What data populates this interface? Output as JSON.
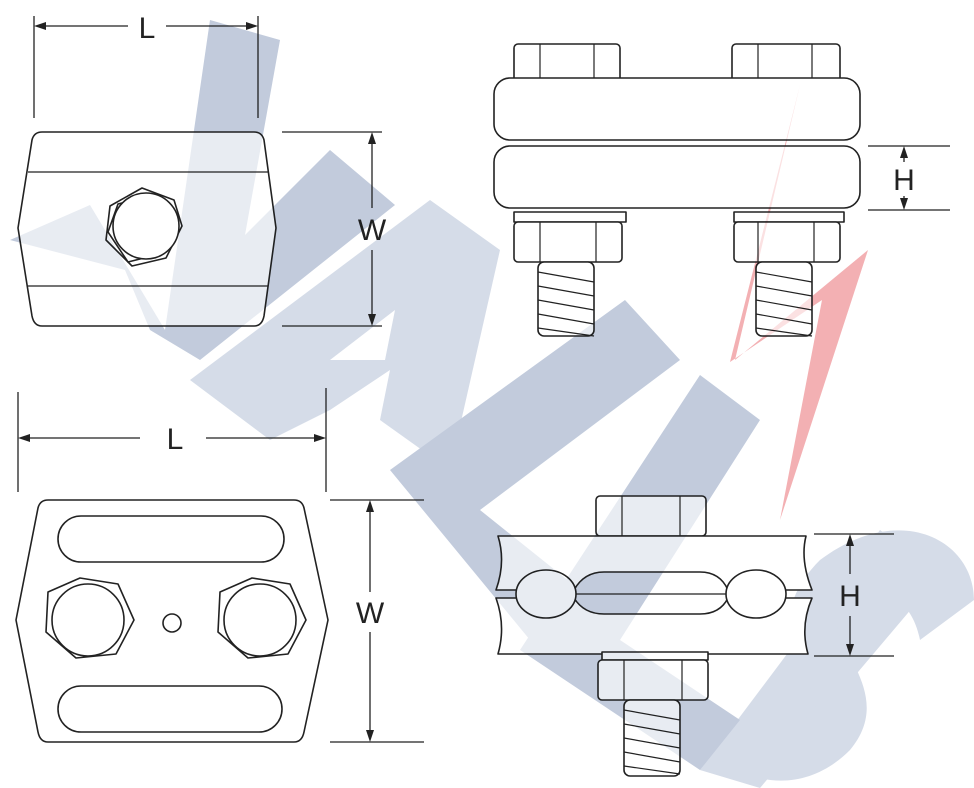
{
  "labels": {
    "length_top": "L",
    "width_top": "W",
    "height_right": "H",
    "length_bottom": "L",
    "width_bottom": "W",
    "height_bottom": "H"
  },
  "watermark": {
    "text": "WALLIS",
    "color": "#d5dce8",
    "bolt_color": "#f4b5b8"
  },
  "colors": {
    "line": "#222222",
    "background": "#ffffff"
  }
}
